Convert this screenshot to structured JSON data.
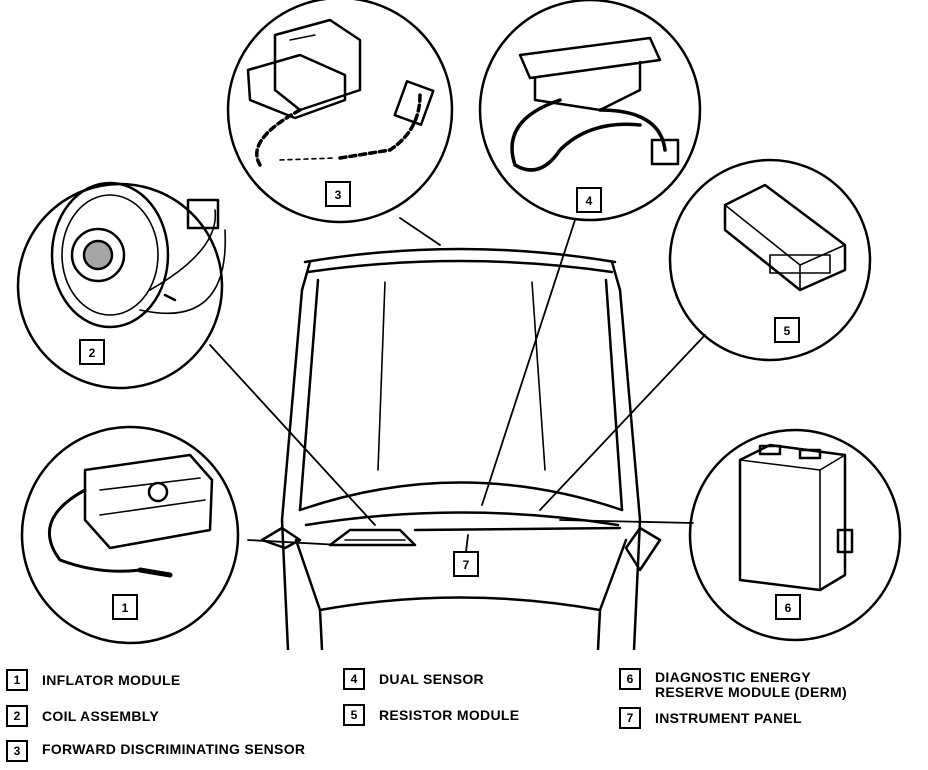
{
  "callouts": {
    "c1": "1",
    "c2": "2",
    "c3": "3",
    "c4": "4",
    "c5": "5",
    "c6": "6",
    "c7": "7"
  },
  "legend": [
    {
      "num": "1",
      "label": "INFLATOR MODULE"
    },
    {
      "num": "2",
      "label": "COIL ASSEMBLY"
    },
    {
      "num": "3",
      "label": "FORWARD DISCRIMINATING SENSOR"
    },
    {
      "num": "4",
      "label": "DUAL SENSOR"
    },
    {
      "num": "5",
      "label": "RESISTOR MODULE"
    },
    {
      "num": "6",
      "label": "DIAGNOSTIC ENERGY\nRESERVE MODULE (DERM)"
    },
    {
      "num": "7",
      "label": "INSTRUMENT PANEL"
    }
  ]
}
